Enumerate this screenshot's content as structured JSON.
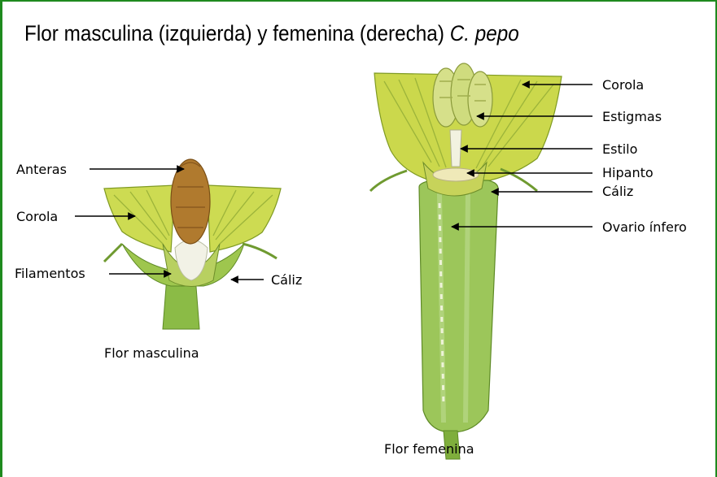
{
  "title": {
    "main": "Flor masculina (izquierda) y femenina (derecha)",
    "species": "C. pepo"
  },
  "male_flower": {
    "caption": "Flor masculina",
    "labels": {
      "anteras": "Anteras",
      "corola": "Corola",
      "filamentos": "Filamentos",
      "caliz": "Cáliz"
    }
  },
  "female_flower": {
    "caption": "Flor femenina",
    "labels": {
      "corola": "Corola",
      "estigmas": "Estigmas",
      "estilo": "Estilo",
      "hipanto": "Hipanto",
      "caliz": "Cáliz",
      "ovario": "Ovario ínfero"
    }
  },
  "colors": {
    "frame": "#1e8a1e",
    "corolla": "#c7d84a",
    "corolla_dark": "#8fae2a",
    "ovary": "#9cc65a",
    "stem": "#7fae3c",
    "anther": "#b27a2e"
  }
}
